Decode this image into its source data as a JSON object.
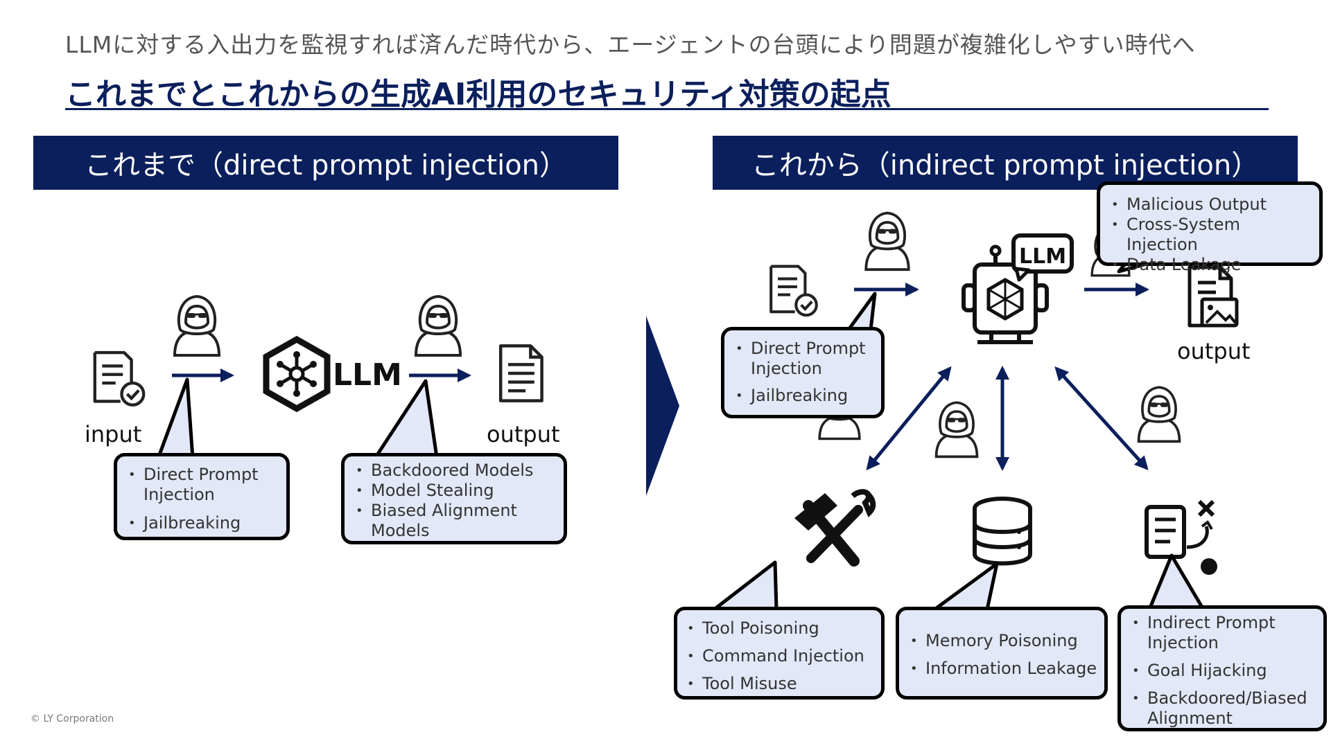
{
  "header": {
    "subtitle": "LLMに対する入出力を監視すれば済んだ時代から、エージェントの台頭により問題が複雑化しやすい時代へ",
    "title": "これまでとこれからの生成AI利用のセキュリティ対策の起点"
  },
  "left_panel": {
    "heading": "これまで（direct prompt injection）",
    "input_label": "input",
    "output_label": "output",
    "llm_label": "LLM",
    "input_callout": [
      "Direct Prompt Injection",
      "Jailbreaking"
    ],
    "output_callout": [
      "Backdoored Models",
      "Model Stealing",
      "Biased Alignment Models"
    ]
  },
  "right_panel": {
    "heading": "これから（indirect prompt injection）",
    "output_label": "output",
    "llm_badge": "LLM",
    "input_callout": [
      "Direct Prompt Injection",
      "Jailbreaking"
    ],
    "output_callout": [
      "Malicious Output",
      "Cross-System Injection",
      "Data Leakage"
    ],
    "tools_callout": [
      "Tool Poisoning",
      "Command Injection",
      "Tool Misuse"
    ],
    "memory_callout": [
      "Memory Poisoning",
      "Information Leakage"
    ],
    "plan_callout": [
      "Indirect Prompt Injection",
      "Goal Hijacking",
      "Backdoored/Biased Alignment"
    ]
  },
  "footer": {
    "copyright": "© LY Corporation"
  },
  "colors": {
    "navy": "#0b1f5c",
    "callout_fill": "#e3e8f8"
  },
  "icons": [
    "document-check-icon",
    "hacker-icon",
    "llm-hexagon-icon",
    "document-icon",
    "robot-icon",
    "document-image-icon",
    "tools-icon",
    "database-icon",
    "plan-icon"
  ]
}
